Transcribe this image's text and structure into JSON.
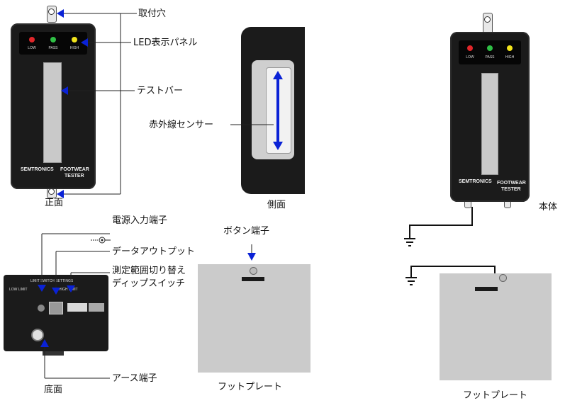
{
  "labels": {
    "mounting_hole": "取付穴",
    "led_panel": "LED表示パネル",
    "test_bar": "テストバー",
    "ir_sensor": "赤外線センサー",
    "front": "正面",
    "side": "側面",
    "main_unit": "本体",
    "power_input": "電源入力端子",
    "data_output": "データアウトプット",
    "range_switch_line1": "測定範囲切り替え",
    "range_switch_line2": "ディップスイッチ",
    "button_terminal": "ボタン端子",
    "earth_terminal": "アース端子",
    "bottom": "底面",
    "footplate_1": "フットプレート",
    "footplate_2": "フットプレート"
  },
  "device": {
    "led_low": "LOW",
    "led_pass": "PASS",
    "led_high": "HIGH",
    "brand": "SEMTRONICS",
    "product_line1": "FOOTWEAR",
    "product_line2": "TESTER"
  },
  "bottom_panel": {
    "title": "LIMIT SWITCH SETTINGS",
    "low_limit": "LOW LIMIT",
    "high_limit": "HIGH LIMIT"
  },
  "colors": {
    "arrow": "#0a22d6",
    "led_red": "#e0262a",
    "led_green": "#2fbf45",
    "led_yellow": "#f2e41c",
    "device_body": "#1b1b1b",
    "plate": "#cbcbcb"
  }
}
